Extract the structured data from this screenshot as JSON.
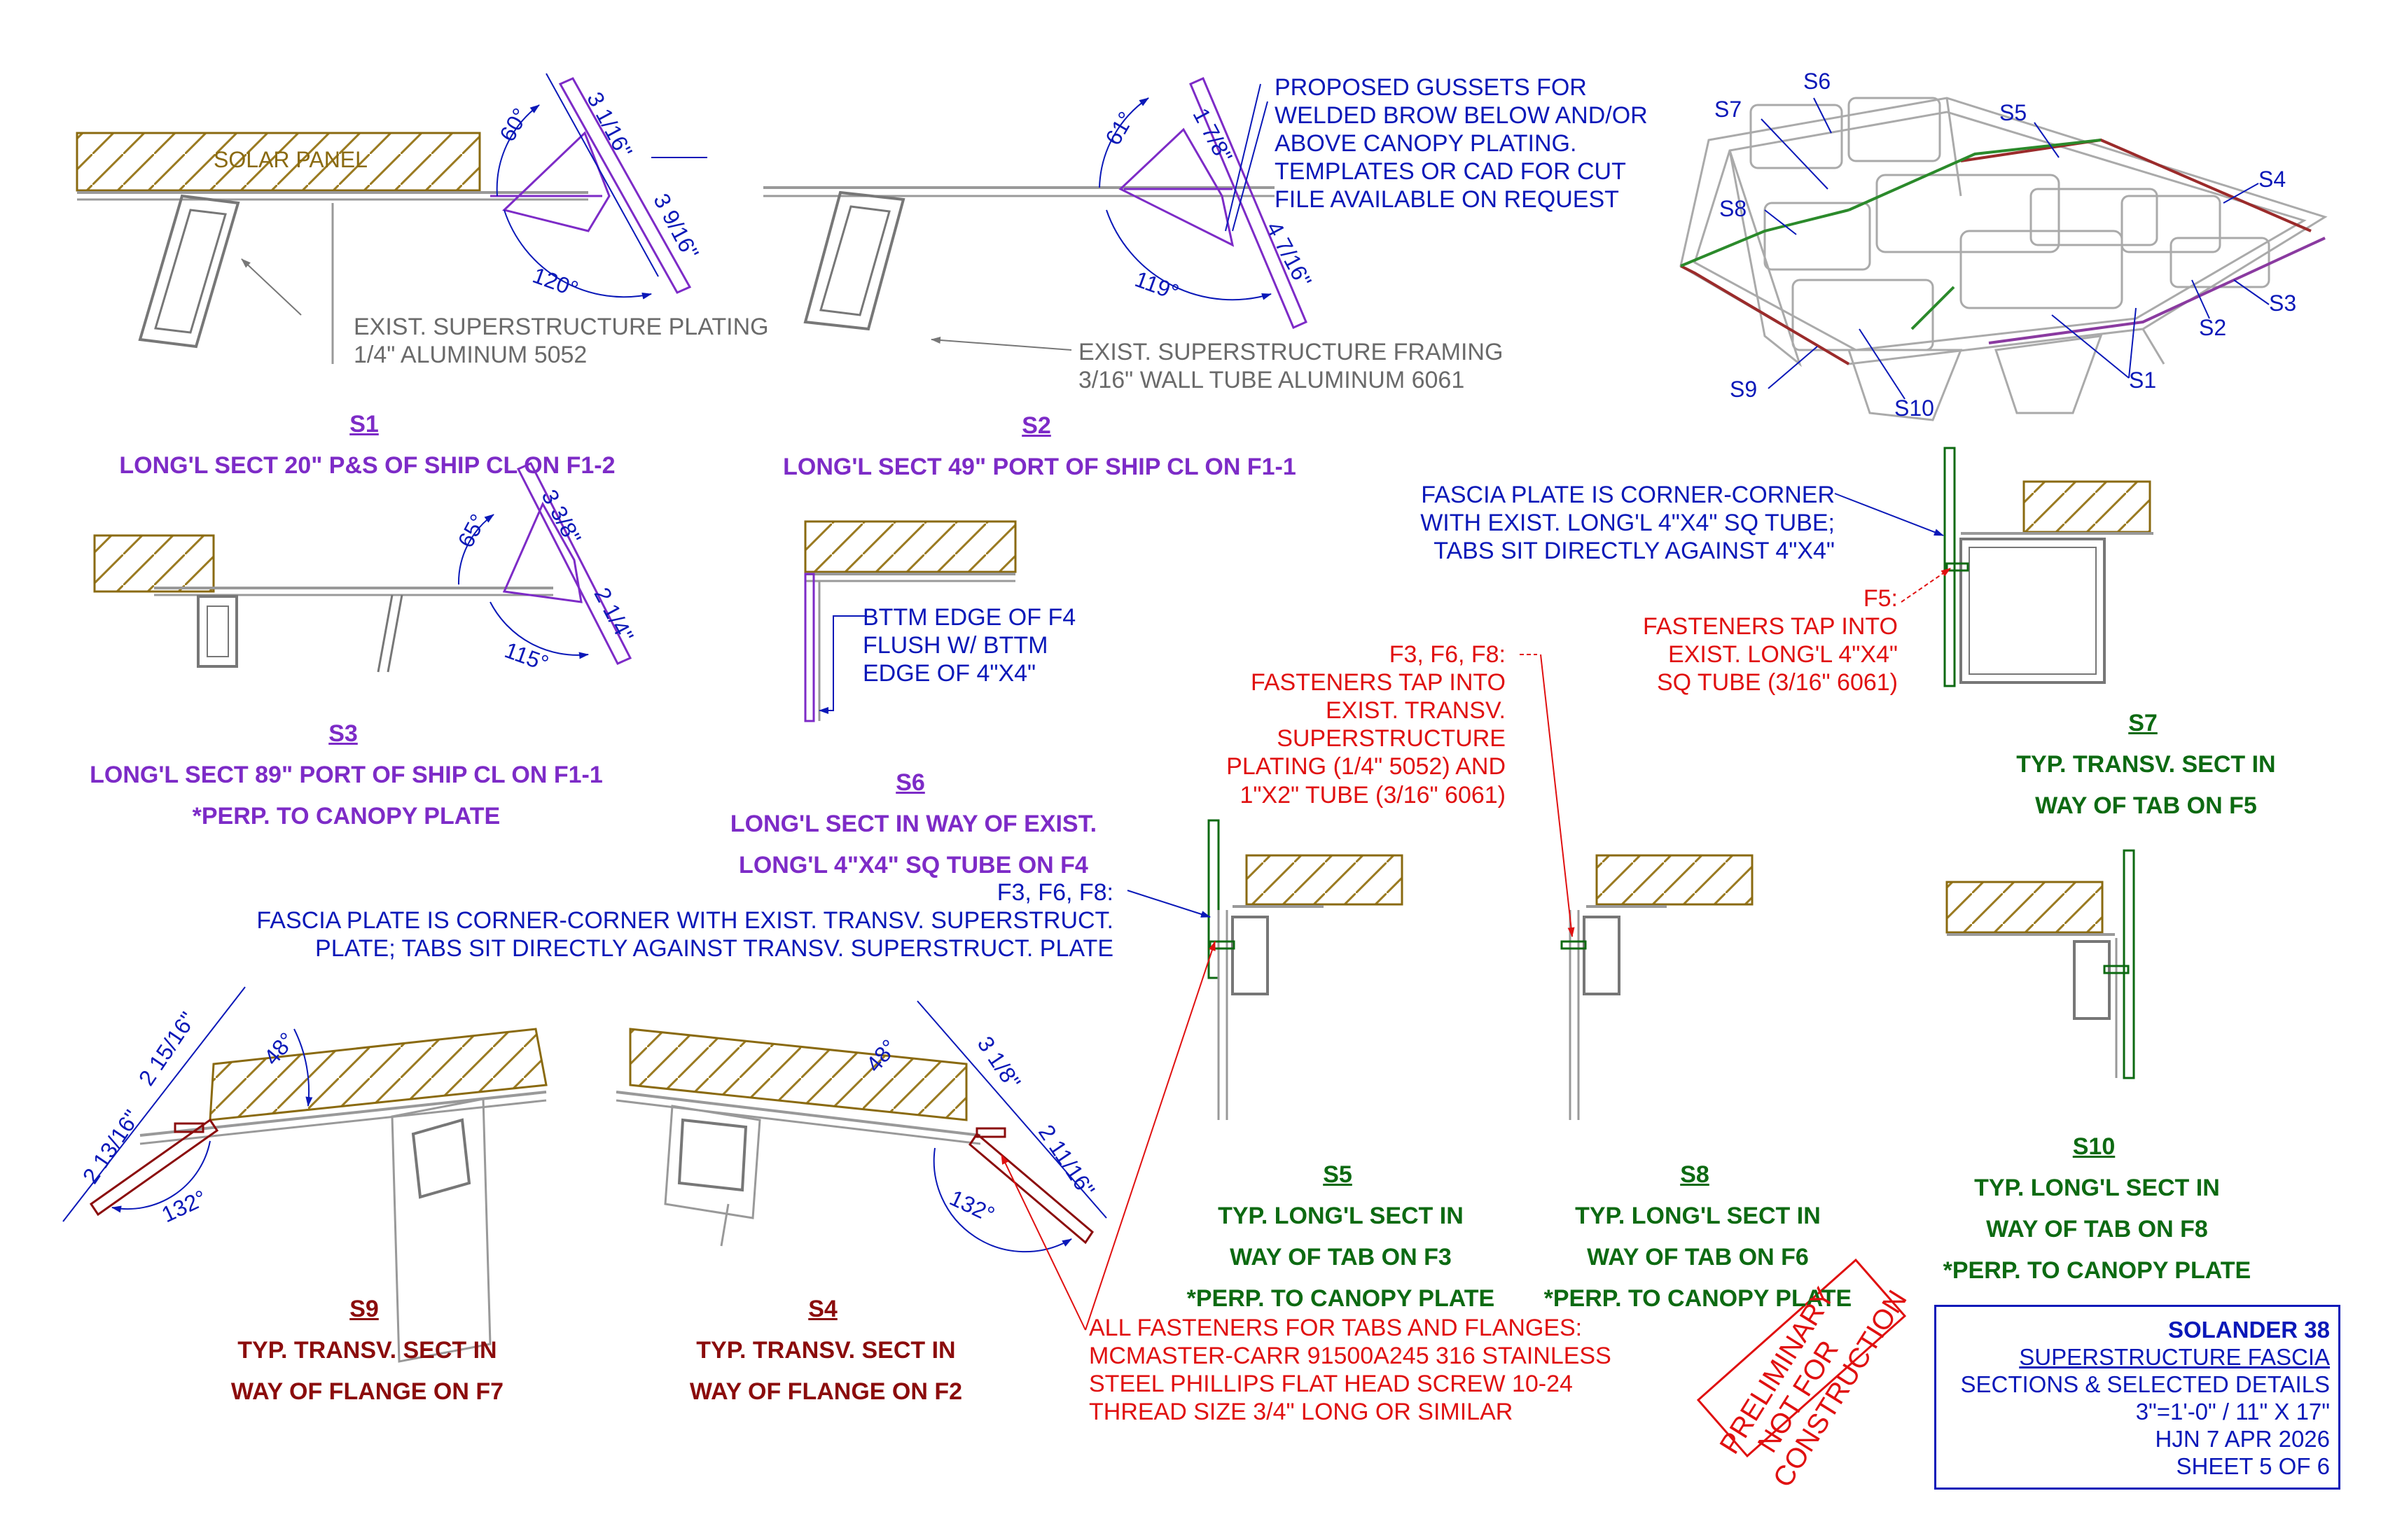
{
  "colors": {
    "blue": "#0a18b8",
    "red": "#e01010",
    "gray": "#6a6a6a",
    "purple": "#7d2bc7",
    "green": "#0d6a12",
    "maroon": "#8b0c0c",
    "hatch": "#9a7a20"
  },
  "s1": {
    "tag": "S1",
    "title": "LONG'L SECT 20\" P&S OF SHIP CL ON F1-2",
    "solar_panel": "SOLAR PANEL",
    "plating_note": [
      "EXIST. SUPERSTRUCTURE PLATING",
      "1/4\" ALUMINUM 5052"
    ],
    "angle_top": "60°",
    "angle_bottom": "120°",
    "dim_1": "3 1/16\"",
    "dim_2": "3 9/16\""
  },
  "s2": {
    "tag": "S2",
    "title": "LONG'L SECT 49\" PORT OF SHIP CL ON F1-1",
    "gusset_note": [
      "PROPOSED GUSSETS FOR",
      "WELDED BROW BELOW AND/OR",
      "ABOVE CANOPY PLATING.",
      "TEMPLATES OR CAD FOR CUT",
      "FILE AVAILABLE ON REQUEST"
    ],
    "framing_note": [
      "EXIST. SUPERSTRUCTURE FRAMING",
      "3/16\" WALL TUBE ALUMINUM 6061"
    ],
    "angle_top": "61°",
    "angle_bottom": "119°",
    "dim_1": "1 7/8\"",
    "dim_2": "4 7/16\""
  },
  "s3": {
    "tag": "S3",
    "title": [
      "LONG'L SECT 89\" PORT OF SHIP CL ON F1-1",
      "*PERP. TO CANOPY PLATE"
    ],
    "angle_top": "65°",
    "angle_bottom": "115°",
    "dim_1": "3 3/8\"",
    "dim_2": "2 1/4\""
  },
  "s6": {
    "tag": "S6",
    "title": [
      "LONG'L SECT IN WAY OF EXIST.",
      "LONG'L 4\"X4\" SQ TUBE ON F4"
    ],
    "note": [
      "BTTM EDGE OF F4",
      "FLUSH W/ BTTM",
      "EDGE OF 4\"X4\""
    ]
  },
  "s7": {
    "tag": "S7",
    "title": [
      "TYP. TRANSV. SECT IN",
      "WAY OF TAB ON F5"
    ],
    "fascia_note": [
      "FASCIA PLATE IS CORNER-CORNER",
      "WITH EXIST. LONG'L 4\"X4\" SQ TUBE;",
      "TABS SIT DIRECTLY AGAINST 4\"X4\""
    ],
    "fastener_note": [
      "F5:",
      "FASTENERS TAP INTO",
      "EXIST. LONG'L 4\"X4\"",
      "SQ TUBE (3/16\" 6061)"
    ]
  },
  "s5": {
    "tag": "S5",
    "title": [
      "TYP. LONG'L SECT IN",
      "WAY OF TAB ON F3",
      "*PERP. TO CANOPY PLATE"
    ]
  },
  "s8": {
    "tag": "S8",
    "title": [
      "TYP. LONG'L SECT IN",
      "WAY OF TAB ON F6",
      "*PERP. TO CANOPY PLATE"
    ],
    "fastener_note": [
      "F3, F6, F8:",
      "FASTENERS TAP INTO",
      "EXIST. TRANSV.",
      "SUPERSTRUCTURE",
      "PLATING (1/4\" 5052) AND",
      "1\"X2\" TUBE (3/16\" 6061)"
    ]
  },
  "s10": {
    "tag": "S10",
    "title": [
      "TYP. LONG'L SECT IN",
      "WAY OF TAB ON F8",
      "*PERP. TO CANOPY PLATE"
    ]
  },
  "fascia_note_transv": [
    "F3, F6, F8:",
    "FASCIA PLATE IS CORNER-CORNER WITH EXIST. TRANSV. SUPERSTRUCT.",
    "PLATE; TABS SIT DIRECTLY AGAINST TRANSV. SUPERSTRUCT. PLATE"
  ],
  "s9": {
    "tag": "S9",
    "title": [
      "TYP. TRANSV. SECT IN",
      "WAY OF FLANGE ON F7"
    ],
    "angle_top": "48°",
    "angle_bottom": "132°",
    "dim_1": "2 15/16\"",
    "dim_2": "2 13/16\""
  },
  "s4": {
    "tag": "S4",
    "title": [
      "TYP. TRANSV. SECT IN",
      "WAY OF FLANGE ON F2"
    ],
    "angle_top": "48°",
    "angle_bottom": "132°",
    "dim_1": "3 1/8\"",
    "dim_2": "2 11/16\""
  },
  "fastener_all": [
    "ALL FASTENERS FOR TABS AND FLANGES:",
    "MCMASTER-CARR 91500A245 316 STAINLESS",
    "STEEL PHILLIPS FLAT HEAD SCREW 10-24",
    "THREAD SIZE 3/4\" LONG OR SIMILAR"
  ],
  "iso_labels": [
    "S6",
    "S7",
    "S5",
    "S4",
    "S8",
    "S3",
    "S2",
    "S1",
    "S9",
    "S10"
  ],
  "stamp": [
    "PRELIMINARY",
    "NOT FOR",
    "CONSTRUCTION"
  ],
  "title_block": {
    "project": "SOLANDER 38",
    "drawing": "SUPERSTRUCTURE FASCIA",
    "subtitle": "SECTIONS & SELECTED DETAILS",
    "scale": "3\"=1'-0\" / 11\" X 17\"",
    "author_date": "HJN 7 APR 2026",
    "sheet": "SHEET 5 OF 6"
  }
}
